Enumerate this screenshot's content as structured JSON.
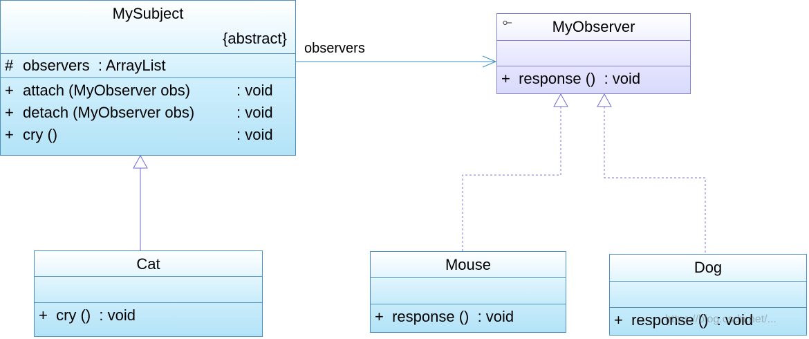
{
  "my_subject": {
    "name": "MySubject",
    "stereotype": "{abstract}",
    "attribute": {
      "visibility": "#",
      "name": "observers",
      "type": ": ArrayList"
    },
    "operations": [
      {
        "visibility": "+",
        "signature": "attach (MyObserver obs)",
        "returns": ": void"
      },
      {
        "visibility": "+",
        "signature": "detach (MyObserver obs)",
        "returns": ": void"
      },
      {
        "visibility": "+",
        "signature": "cry ()",
        "returns": ": void"
      }
    ]
  },
  "my_observer": {
    "name": "MyObserver",
    "icon": "interface-lollipop-icon",
    "operation": "+  response ()  : void"
  },
  "cat": {
    "name": "Cat",
    "operation": "+  cry ()  : void"
  },
  "mouse": {
    "name": "Mouse",
    "operation": "+  response ()  : void"
  },
  "dog": {
    "name": "Dog",
    "operation": "+  response ()  : void"
  },
  "association_label": "observers",
  "watermark": "https://blog.csdn.net/..."
}
